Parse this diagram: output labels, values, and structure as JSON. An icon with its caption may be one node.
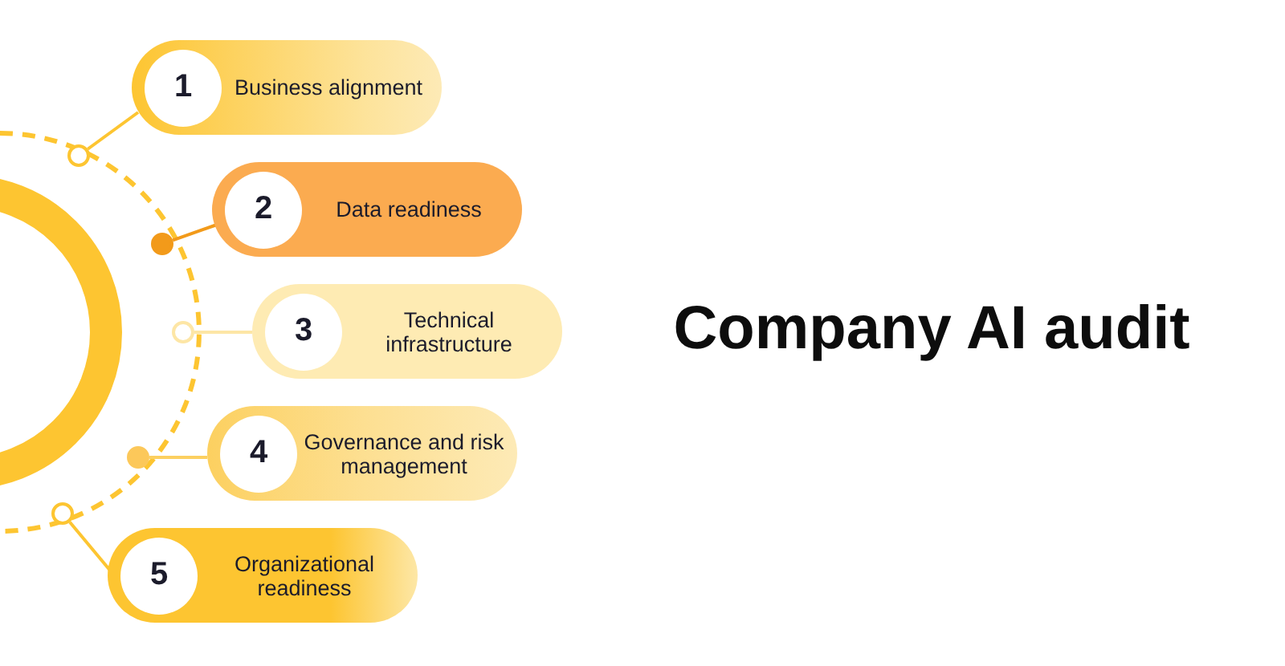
{
  "diagram": {
    "title": "Company AI audit",
    "nodes": [
      {
        "text": [
          "1",
          "Business alignment"
        ]
      },
      {
        "text": [
          "2",
          "Data readiness"
        ]
      },
      {
        "text": [
          "3",
          "Technical infrastructure"
        ]
      },
      {
        "text": [
          "4",
          "Governance and risk management"
        ]
      },
      {
        "text": [
          "5",
          "Organizational readiness"
        ]
      },
      {
        "text": [],
        "shape": "circle"
      },
      {
        "text": [],
        "shape": "circle"
      },
      {
        "text": [],
        "shape": "circle"
      },
      {
        "text": [],
        "shape": "circle"
      },
      {
        "text": [],
        "shape": "circle"
      }
    ],
    "edges": [
      {
        "from": 5,
        "to": 0,
        "arrow": "none"
      },
      {
        "from": 6,
        "to": 1,
        "arrow": "none",
        "color": "#f29a1a"
      },
      {
        "from": 7,
        "to": 2,
        "arrow": "none",
        "color": "#fde6a6"
      },
      {
        "from": 8,
        "to": 3,
        "arrow": "none",
        "color": "#fcd060"
      },
      {
        "from": 9,
        "to": 4,
        "arrow": "none"
      }
    ]
  }
}
